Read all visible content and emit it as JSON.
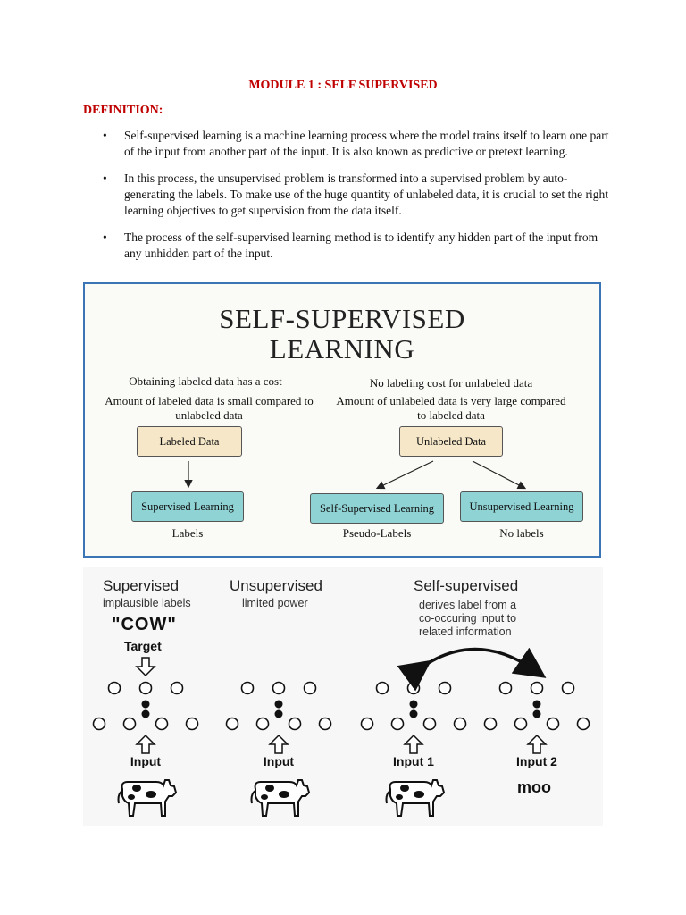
{
  "document": {
    "title": "MODULE 1 : SELF SUPERVISED",
    "definition_heading": "DEFINITION:",
    "bullet_glyph": "•",
    "bullets": [
      "Self-supervised learning is a machine learning process where the model trains itself to learn one part of the input from another part of the input. It is also known as predictive or pretext learning.",
      "In this process, the unsupervised problem is transformed into a supervised problem by auto-generating the labels. To make use of the huge quantity of unlabeled data, it is crucial to set the right learning objectives to get supervision from the data itself.",
      "The process of the self-supervised learning method is to identify any hidden part of the input from any unhidden part of the input."
    ]
  },
  "figure1": {
    "title_line1": "SELF-SUPERVISED",
    "title_line2": "LEARNING",
    "left_caption1": "Obtaining labeled data has a cost",
    "left_caption2": "Amount of labeled data is small compared to unlabeled data",
    "right_caption1": "No labeling cost for unlabeled data",
    "right_caption2": "Amount of unlabeled data is very large compared to labeled data",
    "box_labeled": "Labeled Data",
    "box_unlabeled": "Unlabeled Data",
    "box_supervised": "Supervised Learning",
    "box_self_supervised": "Self-Supervised Learning",
    "box_unsupervised": "Unsupervised Learning",
    "label_supervised": "Labels",
    "label_self_supervised": "Pseudo-Labels",
    "label_unsupervised": "No labels",
    "colors": {
      "border": "#3b75b6",
      "tan_box": "#f5e7c8",
      "teal_box": "#8fd3d4"
    }
  },
  "figure2": {
    "supervised": {
      "heading": "Supervised",
      "sub": "implausible labels",
      "target_word": "\"COW\"",
      "target_label": "Target",
      "input_label": "Input"
    },
    "unsupervised": {
      "heading": "Unsupervised",
      "sub": "limited power",
      "input_label": "Input"
    },
    "self_supervised": {
      "heading": "Self-supervised",
      "sub_line1": "derives label from a",
      "sub_line2": "co-occuring input to",
      "sub_line3": "related information",
      "input1_label": "Input 1",
      "input2_label": "Input 2",
      "input2_word": "moo"
    },
    "icons": [
      "cow-icon",
      "up-arrow-icon",
      "down-arrow-icon",
      "neuron-circle-icon",
      "curved-double-arrow-icon"
    ]
  }
}
